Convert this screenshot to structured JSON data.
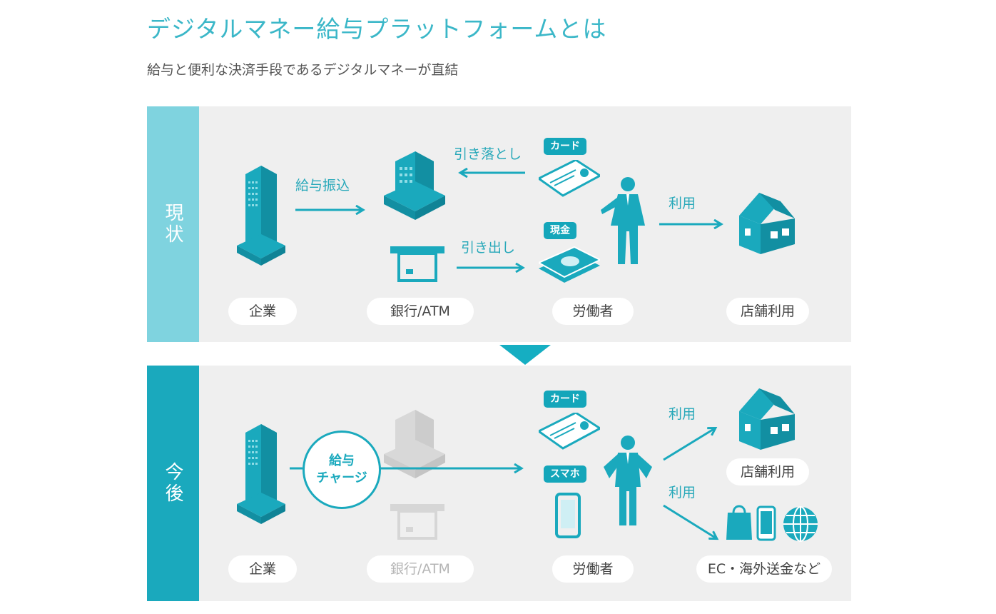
{
  "title": "デジタルマネー給与プラットフォームとは",
  "subtitle": "給与と便利な決済手段であるデジタルマネーが直結",
  "colors": {
    "accent": "#1aa9bd",
    "accent_light": "#7fd3df",
    "panel_bg": "#efefef"
  },
  "current": {
    "label": "現状",
    "arrows": {
      "salary_transfer": "給与振込",
      "debit": "引き落とし",
      "withdraw": "引き出し",
      "use": "利用"
    },
    "badges": {
      "card": "カード",
      "cash": "現金"
    },
    "nodes": {
      "company": "企業",
      "bank": "銀行/ATM",
      "worker": "労働者",
      "store": "店舗利用"
    }
  },
  "future": {
    "label": "今後",
    "charge_line1": "給与",
    "charge_line2": "チャージ",
    "badges": {
      "card": "カード",
      "phone": "スマホ"
    },
    "arrows": {
      "use_store": "利用",
      "use_ec": "利用"
    },
    "nodes": {
      "company": "企業",
      "bank": "銀行/ATM",
      "worker": "労働者",
      "store": "店舗利用",
      "ec": "EC・海外送金など"
    }
  }
}
